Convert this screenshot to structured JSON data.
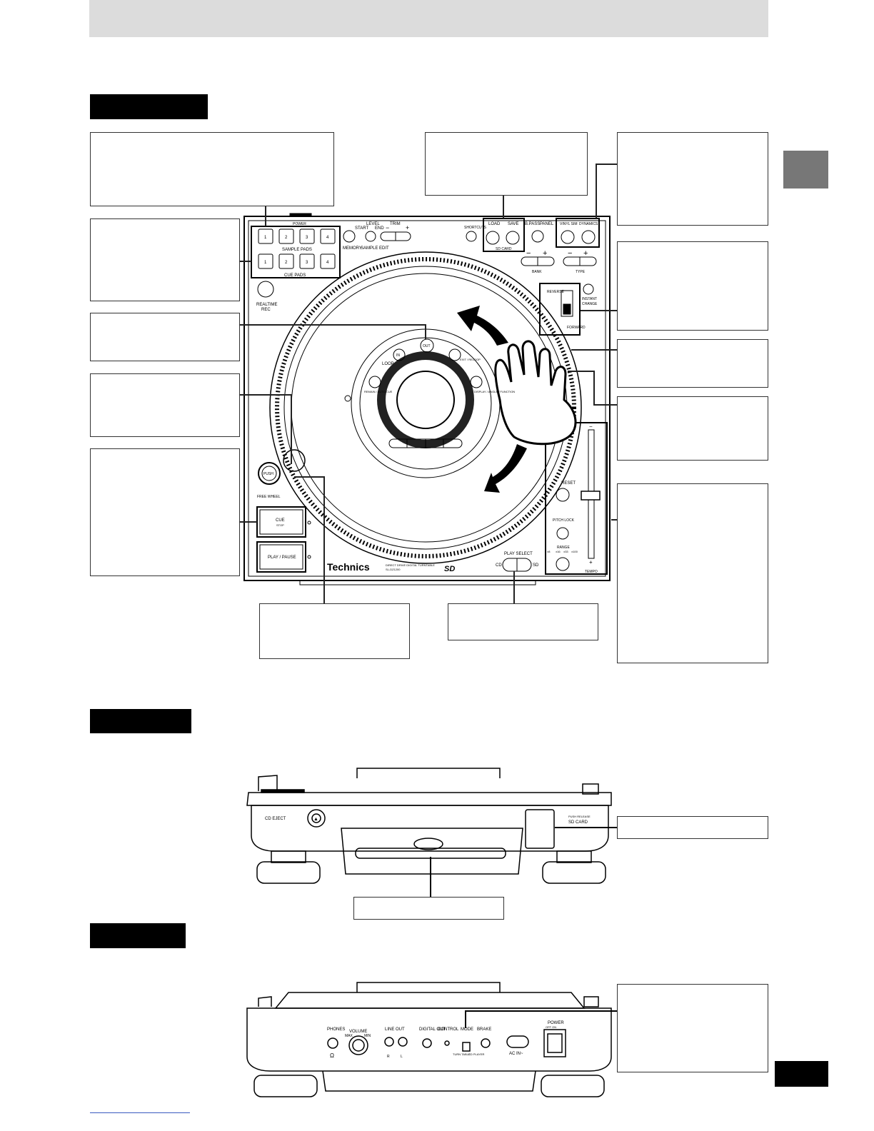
{
  "top_panel": {
    "sample_pads": {
      "label": "SAMPLE PADS",
      "numbers": [
        "1",
        "2",
        "3",
        "4"
      ]
    },
    "cue_pads": {
      "label": "CUE PADS",
      "numbers": [
        "1",
        "2",
        "3",
        "4"
      ]
    },
    "power_small": "POWER",
    "memory": "MEMORY",
    "level": "LEVEL",
    "start": "START",
    "end": "END",
    "trim": "TRIM",
    "sample_edit": "SAMPLE EDIT",
    "minus": "−",
    "plus": "+",
    "shortcuts": "SHORTCUTS",
    "load": "LOAD",
    "save": "SAVE",
    "sd_card_small": "SD CARD",
    "bpass": "B.PASS",
    "panel": "PANEL",
    "vinyl_sim": "VINYL SIM",
    "dynamics": "DYNAMICS",
    "bank": "BANK",
    "type": "TYPE",
    "reverse": "REVERSE",
    "forward": "FORWARD",
    "instant": "INSTANT",
    "change": "CHANGE",
    "realtime": "REALTIME",
    "rec": "REC",
    "loop": "LOOP",
    "in": "IN",
    "out": "OUT",
    "exit_reloop": "EXIT / RELOOP",
    "remain_autocue": "REMAIN / AUTO CUE",
    "display_angle": "DISPLAY / ANGLE / FUNCTION",
    "push": "PUSH",
    "free_wheel": "FREE WHEEL",
    "cue": "CUE",
    "stop": "STOP",
    "play_pause": "PLAY / PAUSE",
    "brand": "Technics",
    "model_line1": "DIRECT DRIVE DIGITAL TURNTABLE",
    "model_line2": "SL-DZ1200",
    "sd_logo": "SD",
    "play_select": "PLAY SELECT",
    "cd": "CD",
    "sd": "SD",
    "reset": "RESET",
    "pitch_lock": "PITCH LOCK",
    "range": "RANGE",
    "range_values": [
      "±8",
      "±16",
      "±33",
      "±100"
    ],
    "tempo": "TEMPO",
    "slider_minus": "−",
    "slider_plus": "+"
  },
  "front_panel": {
    "cd_eject": "CD EJECT",
    "sd_card": "SD CARD",
    "push_release": "PUSH RELEASE"
  },
  "rear_panel": {
    "phones": "PHONES",
    "volume": "VOLUME",
    "max": "MAX",
    "min": "MIN",
    "line_out": "LINE OUT",
    "line_r": "R",
    "line_l": "L",
    "digital_out": "DIGITAL OUT",
    "control": "CONTROL",
    "mode": "MODE",
    "turn_table": "TURN TABLE",
    "cd_player": "CD PLAYER",
    "brake": "BRAKE",
    "ac_in": "AC IN~",
    "power": "POWER",
    "off_on": "OFF  ON"
  },
  "colors": {
    "header_bar": "#dcdcdc",
    "side_tab": "#777777",
    "footer_link": "#3a5ac0"
  }
}
